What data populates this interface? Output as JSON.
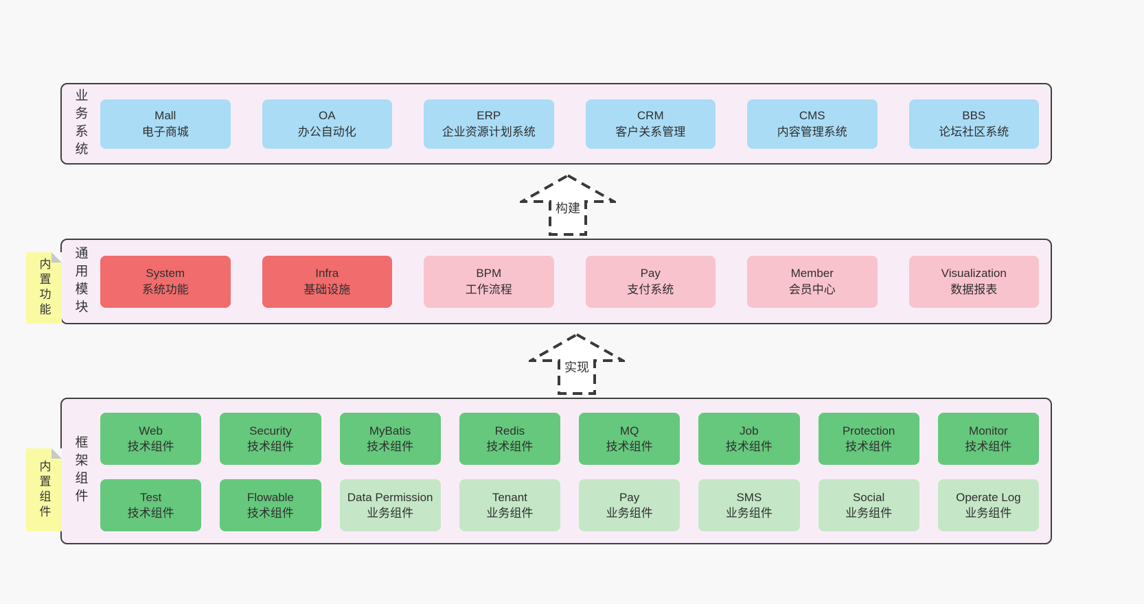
{
  "arrows": [
    {
      "label": "构建"
    },
    {
      "label": "实现"
    }
  ],
  "sections": [
    {
      "label": "业务系统",
      "boxes": [
        {
          "name": "Mall",
          "desc": "电子商城"
        },
        {
          "name": "OA",
          "desc": "办公自动化"
        },
        {
          "name": "ERP",
          "desc": "企业资源计划系统"
        },
        {
          "name": "CRM",
          "desc": "客户关系管理"
        },
        {
          "name": "CMS",
          "desc": "内容管理系统"
        },
        {
          "name": "BBS",
          "desc": "论坛社区系统"
        }
      ]
    },
    {
      "label": "通用模块",
      "note": "内置功能",
      "boxes": [
        {
          "name": "System",
          "desc": "系统功能"
        },
        {
          "name": "Infra",
          "desc": "基础设施"
        },
        {
          "name": "BPM",
          "desc": "工作流程"
        },
        {
          "name": "Pay",
          "desc": "支付系统"
        },
        {
          "name": "Member",
          "desc": "会员中心"
        },
        {
          "name": "Visualization",
          "desc": "数据报表"
        }
      ]
    },
    {
      "label": "框架组件",
      "note": "内置组件",
      "rows": [
        [
          {
            "name": "Web",
            "desc": "技术组件"
          },
          {
            "name": "Security",
            "desc": "技术组件"
          },
          {
            "name": "MyBatis",
            "desc": "技术组件"
          },
          {
            "name": "Redis",
            "desc": "技术组件"
          },
          {
            "name": "MQ",
            "desc": "技术组件"
          },
          {
            "name": "Job",
            "desc": "技术组件"
          },
          {
            "name": "Protection",
            "desc": "技术组件"
          },
          {
            "name": "Monitor",
            "desc": "技术组件"
          }
        ],
        [
          {
            "name": "Test",
            "desc": "技术组件"
          },
          {
            "name": "Flowable",
            "desc": "技术组件"
          },
          {
            "name": "Data Permission",
            "desc": "业务组件"
          },
          {
            "name": "Tenant",
            "desc": "业务组件"
          },
          {
            "name": "Pay",
            "desc": "业务组件"
          },
          {
            "name": "SMS",
            "desc": "业务组件"
          },
          {
            "name": "Social",
            "desc": "业务组件"
          },
          {
            "name": "Operate Log",
            "desc": "业务组件"
          }
        ]
      ]
    }
  ],
  "colors": {
    "panel_bg": "#f8edf7",
    "panel_border": "#3f3f3f",
    "blue": "#aadcf6",
    "red": "#f16c6c",
    "pink": "#f9c3ce",
    "green_dark": "#66c87d",
    "green_light": "#c5e7c7",
    "note_yellow": "#fafaa3",
    "fold_gray": "#c9c9c9"
  }
}
